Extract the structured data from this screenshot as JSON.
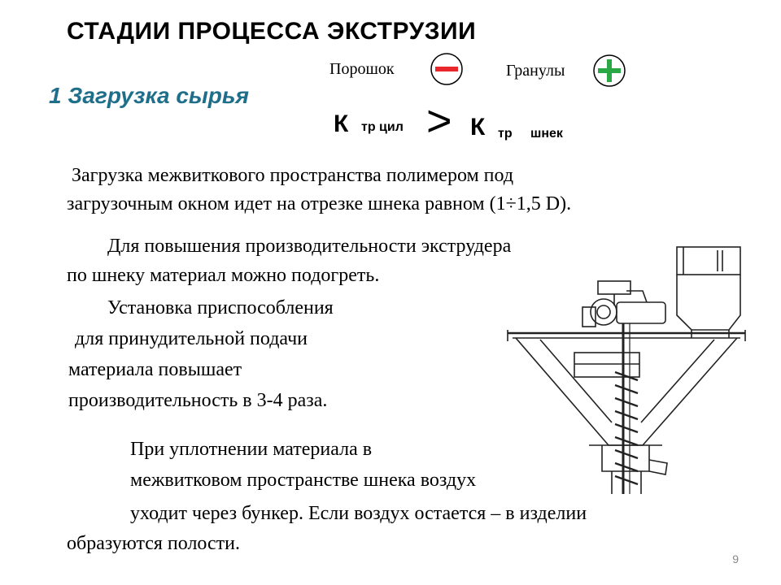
{
  "slide": {
    "title": "СТАДИИ ПРОЦЕССА ЭКСТРУЗИИ",
    "subtitle": "1 Загрузка сырья",
    "page_number": "9"
  },
  "legend": {
    "powder_label": "Порошок",
    "granules_label": "Гранулы",
    "minus_icon": "minus-circle-icon",
    "plus_icon": "plus-circle-icon",
    "minus_color": "#e8262c",
    "plus_color": "#2aa845"
  },
  "formula": {
    "left_symbol": "К",
    "left_sub": "тр цил",
    "operator": ">",
    "right_symbol": "К",
    "right_sub_1": "тр",
    "right_sub_2": "шнек"
  },
  "text": {
    "p1_line1": "Загрузка межвиткового пространства полимером под",
    "p1_line2": "загрузочным окном идет на отрезке шнека равном (1÷1,5 D).",
    "p2_line1": "Для повышения производительности экструдера",
    "p2_line2": "по шнеку материал можно подогреть.",
    "p3_line1": "Установка приспособления",
    "p3_line2": "для принудительной подачи",
    "p3_line3": "материала  повышает",
    "p3_line4": "производительность в 3-4 раза.",
    "p4_line1": "При уплотнении материала в",
    "p4_line2": "межвитковом пространстве шнека воздух",
    "p4_line3": "уходит через бункер. Если воздух остается – в изделии",
    "p4_line4": "образуются полости."
  }
}
